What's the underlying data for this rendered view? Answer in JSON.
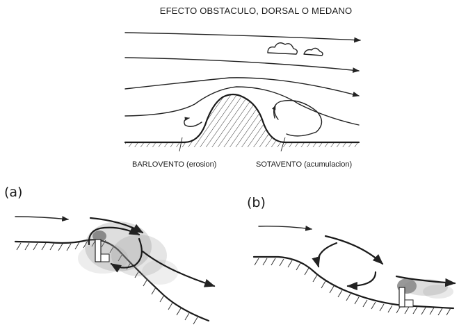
{
  "diagram": {
    "title": "EFECTO OBSTACULO, DORSAL O MEDANO",
    "labels": {
      "windward": "BARLOVENTO (erosion)",
      "leeward": "SOTAVENTO (acumulacion)"
    },
    "panels": [
      {
        "id": "a",
        "label": "(a)"
      },
      {
        "id": "b",
        "label": "(b)"
      }
    ]
  }
}
